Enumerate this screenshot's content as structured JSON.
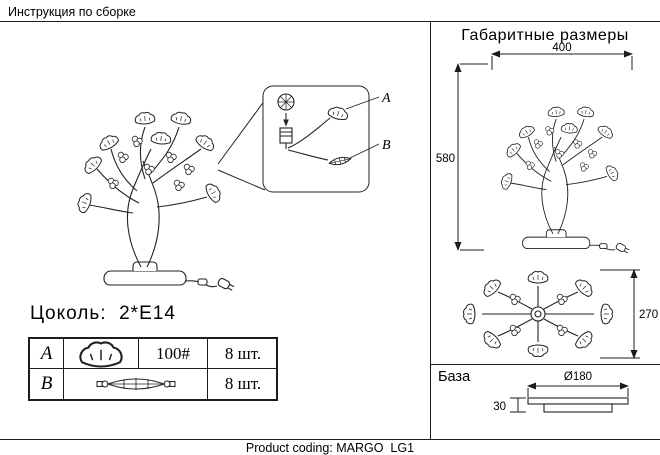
{
  "header": {
    "title": "Инструкция по сборке"
  },
  "footer": {
    "text": "Product coding: MARGO  LG1"
  },
  "assembly": {
    "callout": {
      "label_a": "A",
      "label_b": "B"
    },
    "socket_text": "Цоколь:  2*E14",
    "parts_table": {
      "rows": [
        {
          "letter": "A",
          "code": "100#",
          "qty": "8 шт."
        },
        {
          "letter": "B",
          "code": "",
          "qty": "8 шт."
        }
      ]
    }
  },
  "dimensions": {
    "title": "Габаритные размеры",
    "width_mm": "400",
    "height_mm": "580",
    "depth_mm": "270",
    "base": {
      "label": "База",
      "diameter": "Ø180",
      "height": "30"
    }
  }
}
